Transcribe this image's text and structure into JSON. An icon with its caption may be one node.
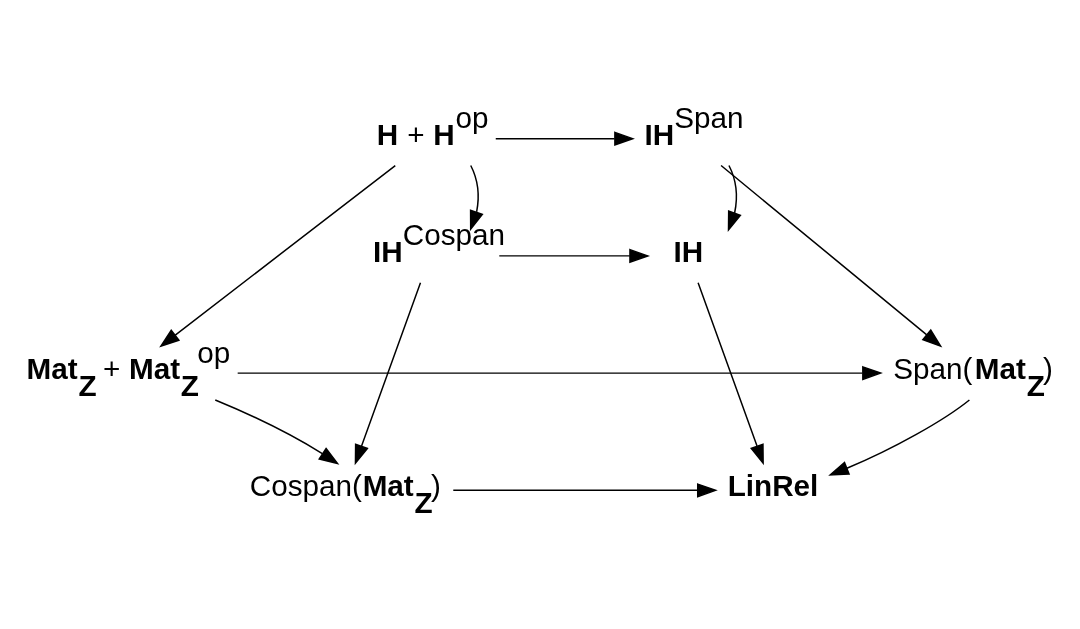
{
  "diagram": {
    "nodes": [
      {
        "text": [
          "**H** + **H**$^{op}$"
        ]
      },
      {
        "text": [
          "**IH**$^{Span}$"
        ]
      },
      {
        "text": [
          "**IH**$^{Cospan}$"
        ]
      },
      {
        "text": [
          "**IH**"
        ]
      },
      {
        "text": [
          "**Mat$_{Z}$** + **Mat$_{Z}$**$^{op}$"
        ]
      },
      {
        "text": [
          "Span(**Mat$_{Z}$**)"
        ]
      },
      {
        "text": [
          "Cospan(**Mat$_{Z}$**)"
        ]
      },
      {
        "text": [
          "**LinRel**"
        ]
      }
    ],
    "edges": [
      {
        "from": 0,
        "to": 1,
        "arrow": "to"
      },
      {
        "from": 0,
        "to": 2,
        "arrow": "to"
      },
      {
        "from": 0,
        "to": 4,
        "arrow": "to"
      },
      {
        "from": 1,
        "to": 3,
        "arrow": "to"
      },
      {
        "from": 1,
        "to": 5,
        "arrow": "to"
      },
      {
        "from": 2,
        "to": 3,
        "arrow": "to"
      },
      {
        "from": 2,
        "to": 6,
        "arrow": "to"
      },
      {
        "from": 3,
        "to": 7,
        "arrow": "to"
      },
      {
        "from": 4,
        "to": 5,
        "arrow": "to"
      },
      {
        "from": 4,
        "to": 6,
        "arrow": "to"
      },
      {
        "from": 5,
        "to": 7,
        "arrow": "to"
      },
      {
        "from": 6,
        "to": 7,
        "arrow": "to"
      }
    ]
  }
}
